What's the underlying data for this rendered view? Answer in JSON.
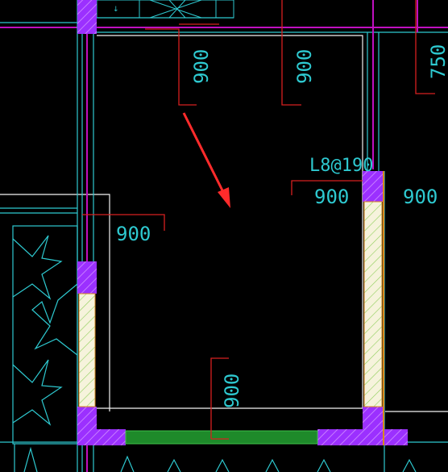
{
  "canvas": {
    "background": "#000000",
    "description_colors": {
      "wall_cyan": "#2ec9d0",
      "room_white": "#f2f2f2",
      "dim_red": "#d62020",
      "column_purple": "#9b30ff",
      "beam_magenta": "#c010c0",
      "lintel_green": "#1e8a2a",
      "arrow_red": "#ff2b2b",
      "hatch_fill": "#f6f3dc",
      "orange_edge": "#d88a1e"
    }
  },
  "dimensions": {
    "top_left": "900",
    "top_mid": "900",
    "top_right": "750",
    "mid_left": "900",
    "right_door_left": "900",
    "right_door_right": "900",
    "bottom": "900"
  },
  "labels": {
    "lintel": "L8@190"
  },
  "icons": {
    "arrow": "red-arrow-icon",
    "star": "star-pattern-icon"
  }
}
